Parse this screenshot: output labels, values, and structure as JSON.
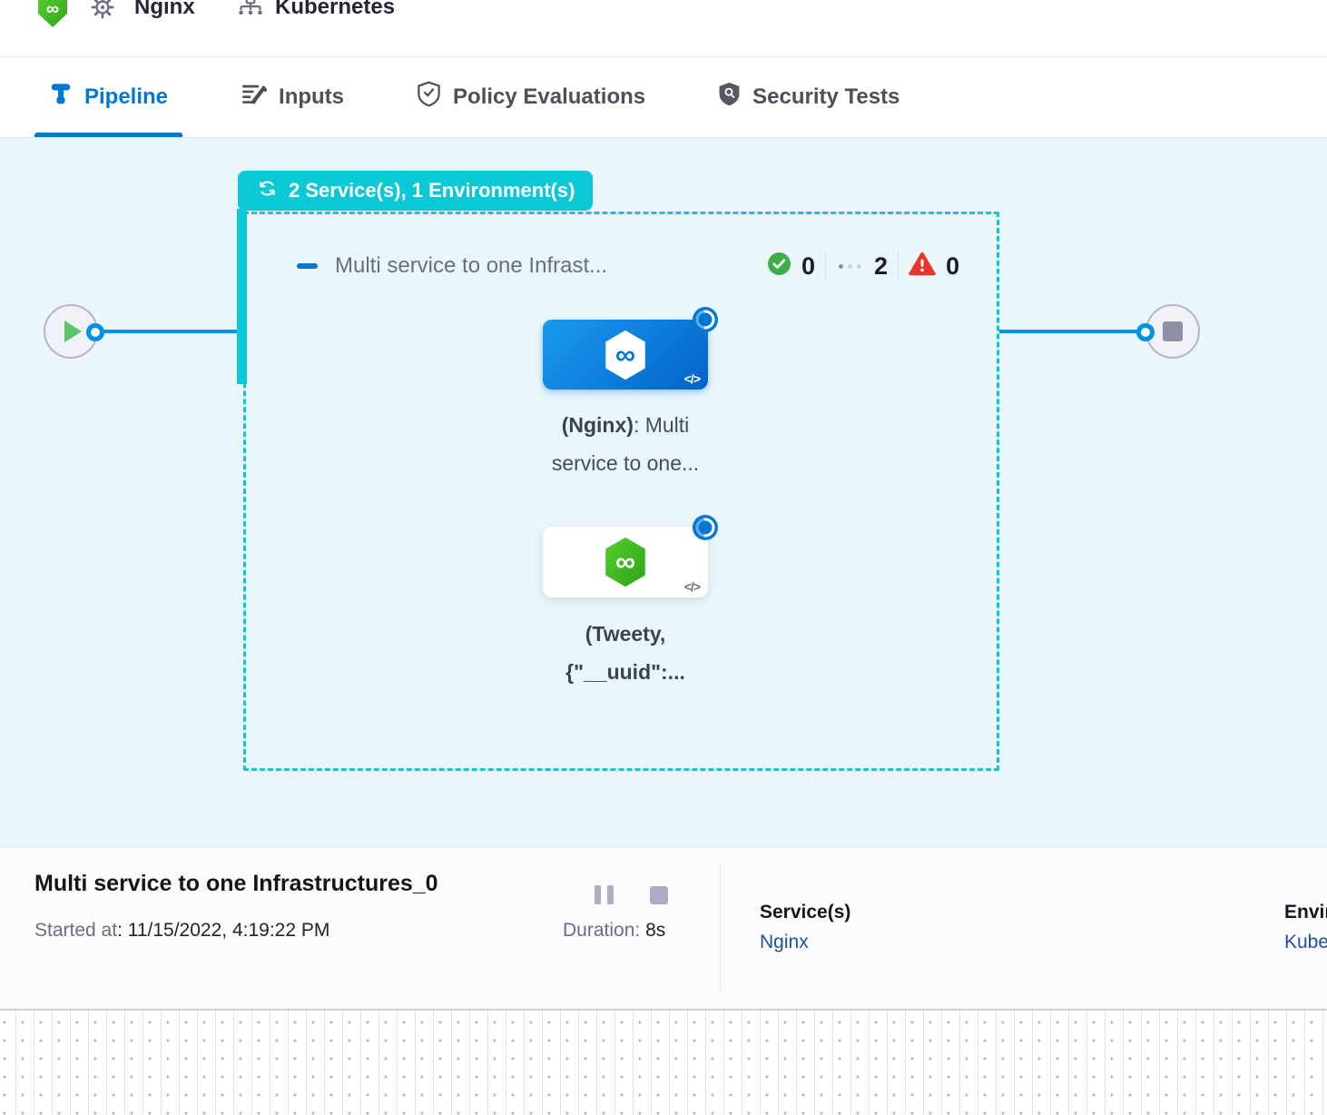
{
  "header": {
    "service_name": "Nginx",
    "environment_name": "Kubernetes"
  },
  "tabs": [
    {
      "label": "Pipeline",
      "active": true
    },
    {
      "label": "Inputs",
      "active": false
    },
    {
      "label": "Policy Evaluations",
      "active": false
    },
    {
      "label": "Security Tests",
      "active": false
    }
  ],
  "canvas": {
    "badge_label": "2 Service(s), 1 Environment(s)",
    "stage_title": "Multi service to one Infrast...",
    "counts": {
      "success": "0",
      "pending": "2",
      "failed": "0"
    },
    "nginx_node": {
      "label_bold": "(Nginx)",
      "label_tail": ": Multi",
      "label_line2": "service to one...",
      "code_glyph": "</>"
    },
    "tweety_node": {
      "label_line1": "(Tweety,",
      "label_line2": "{\"__uuid\":...",
      "code_glyph": "</>"
    }
  },
  "footer": {
    "run_title": "Multi service to one Infrastructures_0",
    "started_label": "Started at",
    "started_value": ": 11/15/2022, 4:19:22 PM",
    "duration_label": "Duration:",
    "duration_value": "8s",
    "services_label": "Service(s)",
    "services_value": "Nginx",
    "environments_label": "Environment(s)",
    "environments_value": "Kubernetes"
  },
  "colors": {
    "accent_blue": "#0278d5",
    "edge_blue": "#0092e4",
    "stage_teal": "#0bc8d6",
    "canvas_bg": "#e9f7fb",
    "success_green": "#3fae49",
    "error_red": "#e5372b",
    "link_blue": "#1e4e9e",
    "node_green": "#3cbb1e"
  }
}
